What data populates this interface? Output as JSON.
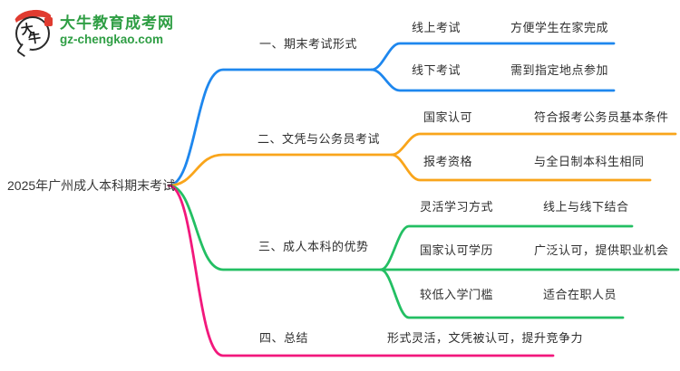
{
  "brand": {
    "site_name": "大牛教育成考网",
    "site_url": "gz-chengkao.com",
    "logo_char_1": "大",
    "logo_char_2": "牛",
    "green": "#2f9e44",
    "red": "#e03b30"
  },
  "root": {
    "label": "2025年广州成人本科期末考试"
  },
  "branches": [
    {
      "label": "一、期末考试形式",
      "color": "#1e87ee",
      "children": [
        {
          "label": "线上考试",
          "detail": "方便学生在家完成"
        },
        {
          "label": "线下考试",
          "detail": "需到指定地点参加"
        }
      ]
    },
    {
      "label": "二、文凭与公务员考试",
      "color": "#f9a51b",
      "children": [
        {
          "label": "国家认可",
          "detail": "符合报考公务员基本条件"
        },
        {
          "label": "报考资格",
          "detail": "与全日制本科生相同"
        }
      ]
    },
    {
      "label": "三、成人本科的优势",
      "color": "#23bf63",
      "children": [
        {
          "label": "灵活学习方式",
          "detail": "线上与线下结合"
        },
        {
          "label": "国家认可学历",
          "detail": "广泛认可，提供职业机会"
        },
        {
          "label": "较低入学门槛",
          "detail": "适合在职人员"
        }
      ]
    },
    {
      "label": "四、总结",
      "color": "#f2187c",
      "children": [
        {
          "label": "形式灵活，文凭被认可，提升竞争力"
        }
      ]
    }
  ]
}
